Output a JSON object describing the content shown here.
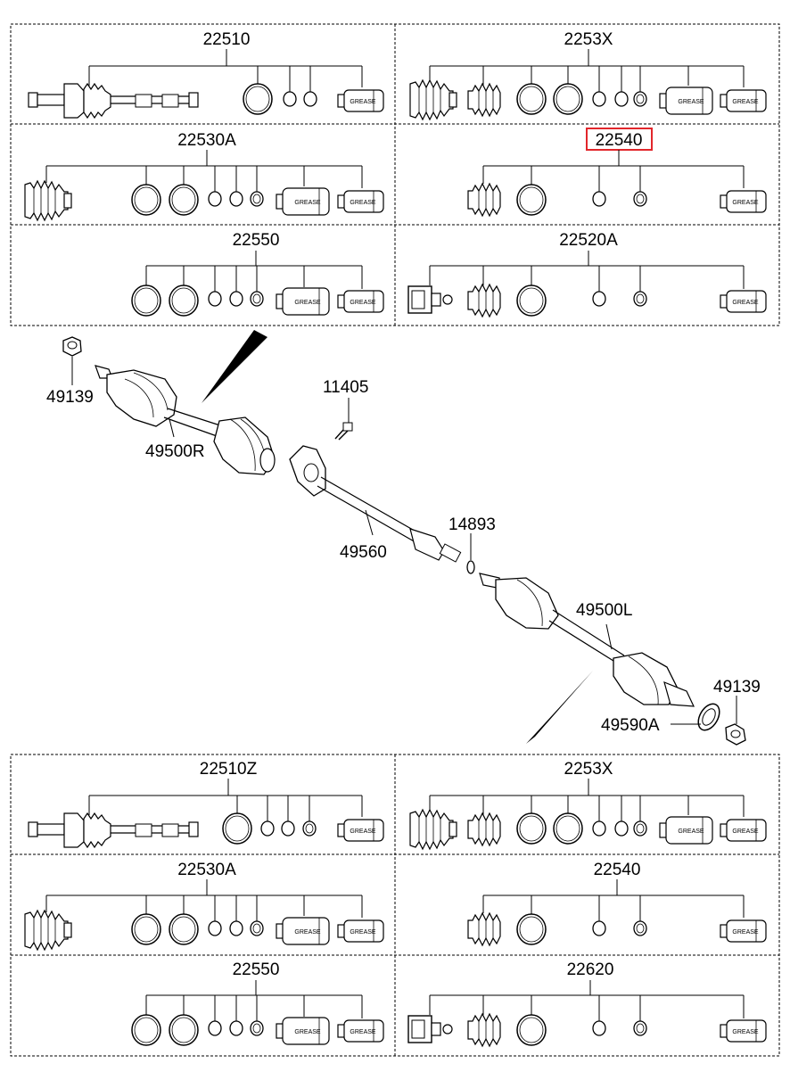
{
  "highlight_color": "#e2262b",
  "grease_label": "GREASE",
  "kits_top": [
    {
      "code": "22510",
      "highlighted": false
    },
    {
      "code": "2253X",
      "highlighted": false
    },
    {
      "code": "22530A",
      "highlighted": false
    },
    {
      "code": "22540",
      "highlighted": true
    },
    {
      "code": "22550",
      "highlighted": false
    },
    {
      "code": "22520A",
      "highlighted": false
    }
  ],
  "kits_bottom": [
    {
      "code": "22510Z",
      "highlighted": false
    },
    {
      "code": "2253X",
      "highlighted": false
    },
    {
      "code": "22530A",
      "highlighted": false
    },
    {
      "code": "22540",
      "highlighted": false
    },
    {
      "code": "22550",
      "highlighted": false
    },
    {
      "code": "22620",
      "highlighted": false
    }
  ],
  "parts": {
    "nut_right": "49139",
    "bolt": "11405",
    "shaft_right": "49500R",
    "snap_ring": "14893",
    "intermediate_shaft": "49560",
    "shaft_left": "49500L",
    "nut_left": "49139",
    "tone_wheel": "49590A"
  }
}
